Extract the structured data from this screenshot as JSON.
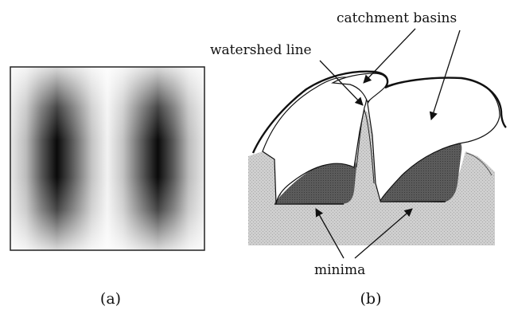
{
  "panels": {
    "a": {
      "caption": "(a)"
    },
    "b": {
      "caption": "(b)",
      "labels": {
        "catchment_basins": "catchment basins",
        "watershed_line": "watershed line",
        "minima": "minima"
      }
    }
  },
  "colors": {
    "ink": "#111111",
    "background": "#ffffff",
    "terrain_fill": "#c9c9c9",
    "basin_fill": "#555555"
  }
}
